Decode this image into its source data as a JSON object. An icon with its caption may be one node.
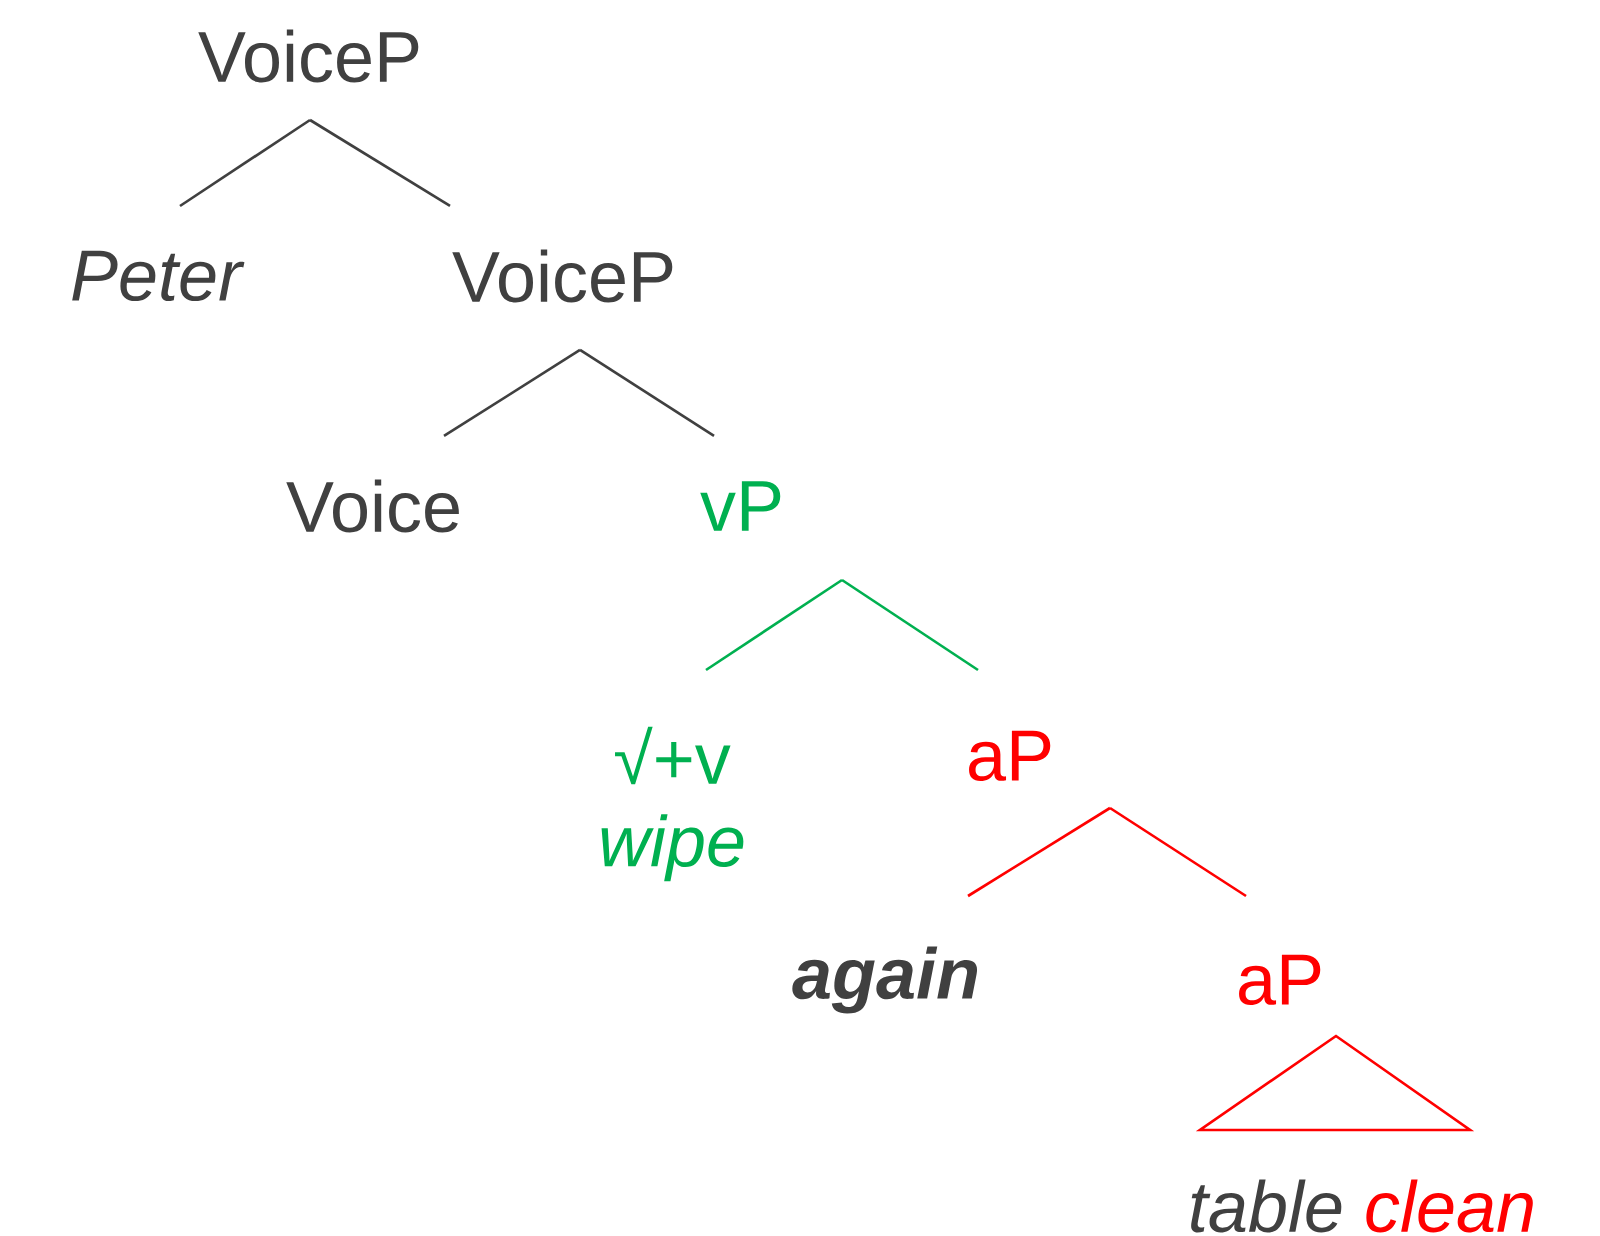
{
  "diagram": {
    "nodes": [
      {
        "text": [
          "VoiceP"
        ]
      },
      {
        "text": [
          "Peter"
        ]
      },
      {
        "text": [
          "VoiceP"
        ]
      },
      {
        "text": [
          "Voice"
        ]
      },
      {
        "text": [
          "vP"
        ]
      },
      {
        "text": [
          "√+v",
          "wipe"
        ]
      },
      {
        "text": [
          "aP"
        ]
      },
      {
        "text": [
          "again"
        ]
      },
      {
        "text": [
          "aP"
        ]
      },
      {
        "text": [
          "table",
          "clean"
        ]
      }
    ],
    "edges": [
      {
        "from": 0,
        "to": 1,
        "arrow": "none",
        "color": "#404040"
      },
      {
        "from": 0,
        "to": 2,
        "arrow": "none",
        "color": "#404040"
      },
      {
        "from": 2,
        "to": 3,
        "arrow": "none",
        "color": "#404040"
      },
      {
        "from": 2,
        "to": 4,
        "arrow": "none",
        "color": "#404040"
      },
      {
        "from": 4,
        "to": 5,
        "arrow": "none",
        "color": "#00b050"
      },
      {
        "from": 4,
        "to": 6,
        "arrow": "none",
        "color": "#00b050"
      },
      {
        "from": 6,
        "to": 7,
        "arrow": "none",
        "color": "#ff0000"
      },
      {
        "from": 6,
        "to": 8,
        "arrow": "none",
        "color": "#ff0000"
      },
      {
        "from": 8,
        "to": 9,
        "arrow": "none",
        "color": "#ff0000"
      }
    ]
  }
}
